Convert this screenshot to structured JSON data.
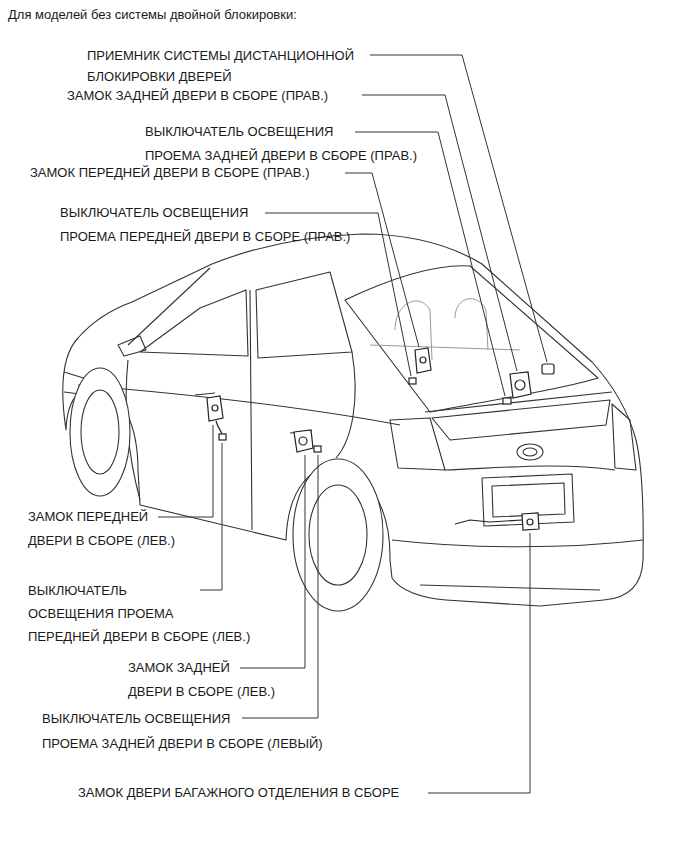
{
  "diagram": {
    "title": "Для моделей без системы двойной блокировки:",
    "labels": [
      "ПРИЕМНИК СИСТЕМЫ ДИСТАНЦИОННОЙ БЛОКИРОВКИ ДВЕРЕЙ",
      "ЗАМОК ЗАДНЕЙ ДВЕРИ В СБОРЕ (ПРАВ.)",
      "ВЫКЛЮЧАТЕЛЬ ОСВЕЩЕНИЯ ПРОЕМА ЗАДНЕЙ ДВЕРИ В СБОРЕ (ПРАВ.)",
      "ЗАМОК ПЕРЕДНЕЙ ДВЕРИ В СБОРЕ (ПРАВ.)",
      "ВЫКЛЮЧАТЕЛЬ ОСВЕЩЕНИЯ ПРОЕМА ПЕРЕДНЕЙ ДВЕРИ В СБОРЕ (ПРАВ.)",
      "ЗАМОК ПЕРЕДНЕЙ ДВЕРИ В СБОРЕ (ЛЕВ.)",
      "ВЫКЛЮЧАТЕЛЬ ОСВЕЩЕНИЯ ПРОЕМА ПЕРЕДНЕЙ ДВЕРИ В СБОРЕ (ЛЕВ.)",
      "ЗАМОК ЗАДНЕЙ ДВЕРИ В СБОРЕ (ЛЕВ.)",
      "ВЫКЛЮЧАТЕЛЬ ОСВЕЩЕНИЯ ПРОЕМА ЗАДНЕЙ ДВЕРИ В СБОРЕ (ЛЕВЫЙ)",
      "ЗАМОК ДВЕРИ БАГАЖНОГО ОТДЕЛЕНИЯ В СБОРЕ"
    ]
  }
}
